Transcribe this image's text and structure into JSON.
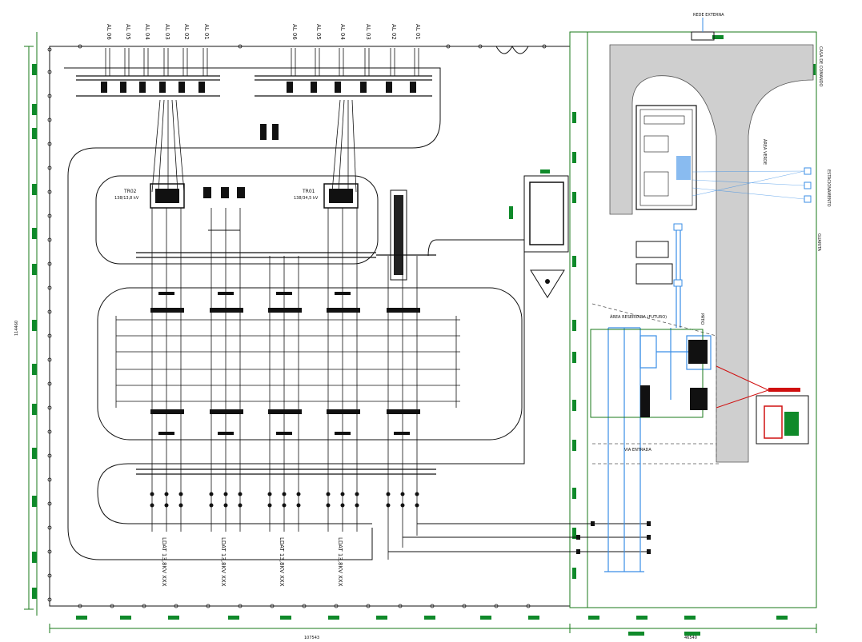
{
  "colors": {
    "line": "#111111",
    "green": "#1a7a1a",
    "green_fill": "#0f8a2a",
    "blue": "#3a8ee6",
    "red": "#d01010",
    "gray": "#cfcfcf",
    "dash": "#555555"
  },
  "feeder_groups": {
    "left": [
      "AL 06",
      "AL 05",
      "AL 04",
      "AL 03",
      "AL 02",
      "AL 01"
    ],
    "right": [
      "AL 06",
      "AL 05",
      "AL 04",
      "AL 03",
      "AL 02",
      "AL 01"
    ]
  },
  "transformers": {
    "tr02": {
      "name": "TR02",
      "rating": "138/13,8 kV"
    },
    "tr01": {
      "name": "TR01",
      "rating": "138/34,5 kV"
    }
  },
  "outgoing_lines": [
    "LDAT 13,8KV XXX",
    "LDAT 13,8KV XXX",
    "LDAT 13,8KV XXX",
    "LDAT 13,8KV XXX"
  ],
  "dimensions": {
    "height_left": "114460",
    "width_bottom": "107543",
    "width_right": "46540"
  },
  "annotations": {
    "rede_externa": "REDE EXTERNA",
    "via_entrada": "VIA ENTRADA",
    "area_reservada": "ÁREA RESERVADA (FUTURO)",
    "patio": "PÁTIO",
    "guarita": "GUARITA",
    "estacionamento": "ESTACIONAMENTO",
    "casa_de_comando": "CASA DE COMANDO",
    "area_verde": "ÁREA VERDE"
  },
  "icons": [
    "triangle-symbol-icon",
    "red-line-marker-icon"
  ]
}
